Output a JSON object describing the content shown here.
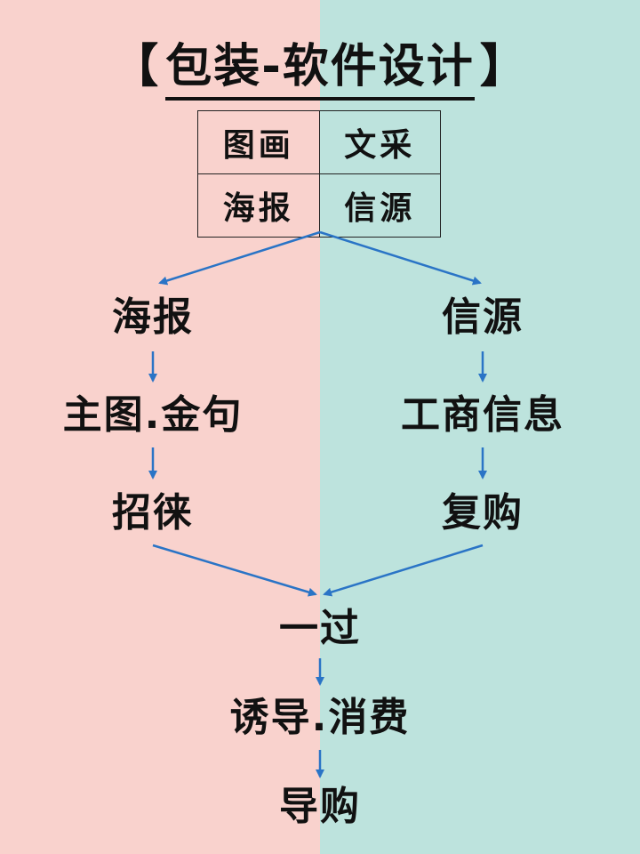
{
  "title": {
    "open": "【",
    "text": "包装-软件设计",
    "close": "】"
  },
  "grid": [
    [
      "图画",
      "文采"
    ],
    [
      "海报",
      "信源"
    ]
  ],
  "left": [
    "海报",
    "主图.金句",
    "招徕"
  ],
  "right": [
    "信源",
    "工商信息",
    "复购"
  ],
  "bottom": [
    "一过",
    "诱导.消费",
    "导购"
  ],
  "colors": {
    "left_bg": "#f9d2cd",
    "right_bg": "#bde3dd",
    "arrow": "#2a74c6"
  }
}
